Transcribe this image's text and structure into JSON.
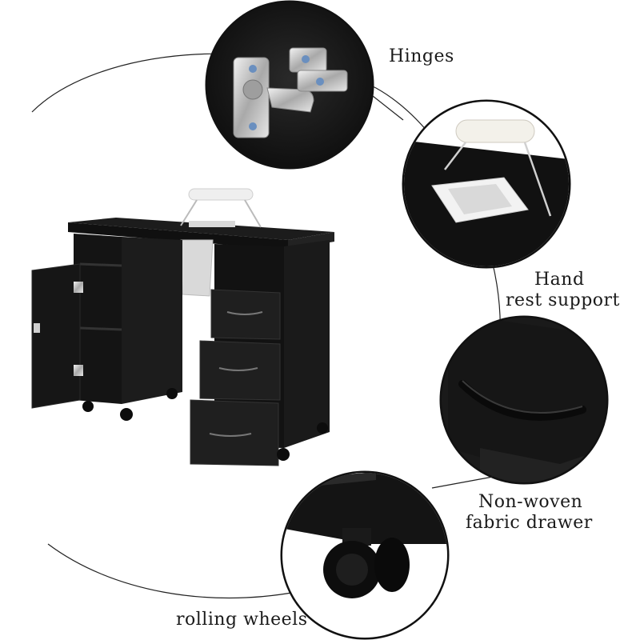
{
  "callouts": {
    "hinges": "Hinges",
    "hand_rest_line1": "Hand",
    "hand_rest_line2": "rest support",
    "drawer_line1": "Non-woven",
    "drawer_line2": "fabric drawer",
    "wheels": "rolling wheels"
  },
  "colors": {
    "background": "#ffffff",
    "furniture": "#141414",
    "furniture_edge": "#2a2a2a",
    "text": "#1a1a1a"
  }
}
